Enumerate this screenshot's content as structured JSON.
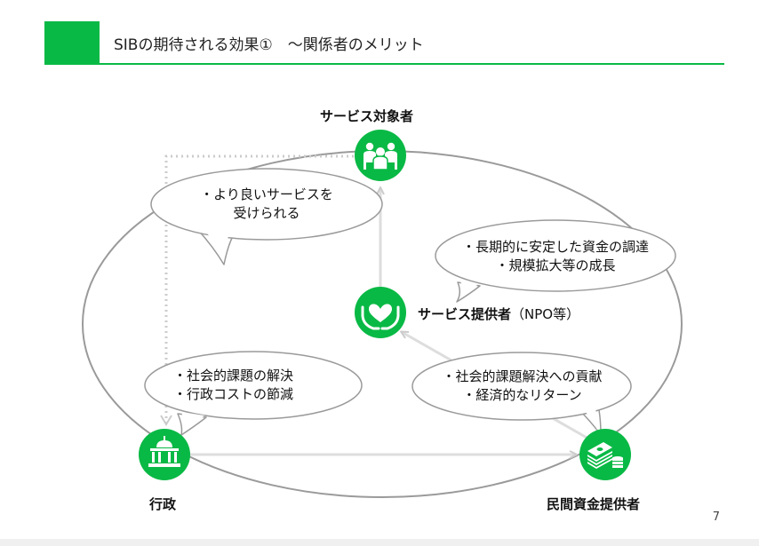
{
  "header": {
    "title": "SIBの期待される効果①　～関係者のメリット",
    "accent_color": "#09b945"
  },
  "nodes": {
    "beneficiaries": {
      "label": "サービス対象者",
      "icon": "people-group-icon"
    },
    "provider": {
      "label": "サービス提供者",
      "label_suffix": "（NPO等）",
      "icon": "heart-hands-icon"
    },
    "government": {
      "label": "行政",
      "icon": "government-building-icon"
    },
    "investors": {
      "label": "民間資金提供者",
      "icon": "money-stack-icon"
    }
  },
  "bubbles": {
    "beneficiaries": {
      "lines": [
        "・より良いサービスを",
        "受けられる"
      ]
    },
    "provider": {
      "lines": [
        "・長期的に安定した資金の調達",
        "・規模拡大等の成長"
      ]
    },
    "government": {
      "lines": [
        "・社会的課題の解決",
        "・行政コストの節減"
      ]
    },
    "investors": {
      "lines": [
        "・社会的課題解決への貢献",
        "・経済的なリターン"
      ]
    }
  },
  "page_number": "7"
}
